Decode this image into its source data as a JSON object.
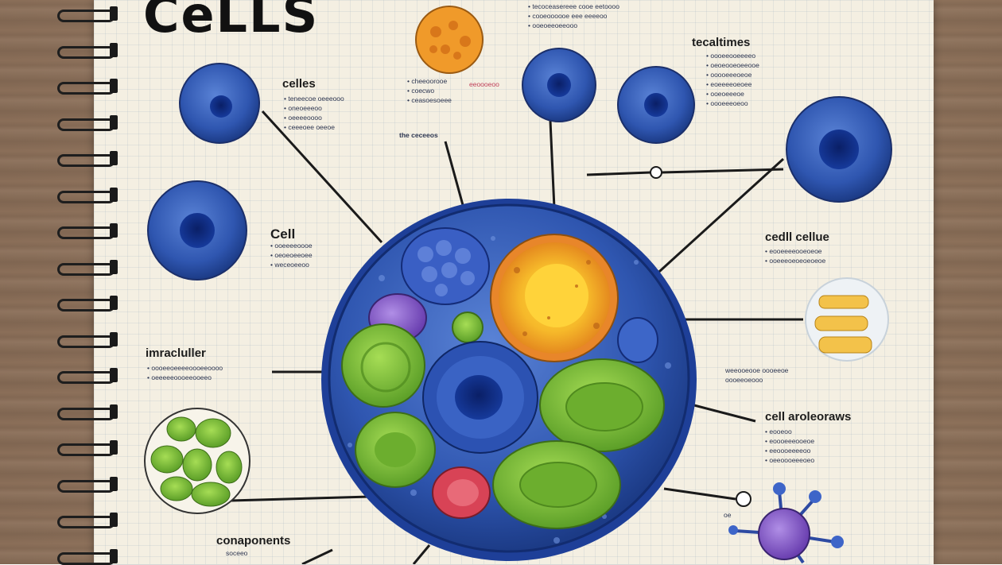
{
  "title": "CeLLS",
  "labels": {
    "cells_top_left": "celles",
    "cell_left": "Cell",
    "intracellular": "imracluller",
    "components": "conaponents",
    "technologies": "tecaltimes",
    "cell_culture": "cedll cellue",
    "cell_accessories": "cell aroleoraws"
  },
  "blurbs": {
    "top_center": [
      "• cheeoorooe",
      "• coecwo",
      "• ceasoesoeee"
    ],
    "top_right_header": [
      "• tecoceasereee cooe eetoooo",
      "• cooeoooooe eee eeeeoo",
      "• ooeoeeoeeooo"
    ],
    "celles_notes": [
      "• teneecoe oeeeooo",
      "• oneoeeeoo",
      "• oeeeeoooo",
      "• ceeeoee oeeoe"
    ],
    "cell_notes": [
      "• ooeeeeoooe",
      "• oeoeoeeoee",
      "• weceoeeoo"
    ],
    "intracellular_notes": [
      "• oooeeoeeeeoooeeoooo",
      "• oeeeeeoooeeooeeo"
    ],
    "components_notes": [
      "soceeo"
    ],
    "technologies_notes": [
      "• oooeeooeeeeo",
      "• oeoeooeoeeooe",
      "• ooooeeeoeoe",
      "• eoeeeeoeoee",
      "• ooeoeeeoe",
      "• oooeeeoeoo"
    ],
    "cell_culture_notes": [
      "• eooeeeeooeoeoe",
      "• ooeeeoeoeoeoeoe"
    ],
    "cell_accessories_notes": [
      "• eooeoo",
      "• eoooeeeooeoe",
      "• eeoooeeeeoo",
      "• oeeoooeeeoeo"
    ],
    "small_center": [
      "the ceceeos"
    ],
    "right_mid": [
      "weeooeooe oooeeoe",
      "oooeeoeooo"
    ],
    "red_note": [
      "eeoooeoo"
    ],
    "bottom_right": [
      "oe"
    ]
  },
  "colors": {
    "cell_blue": "#2f56b0",
    "nucleus_dark": "#0c2a7d",
    "green": "#7cbf38",
    "orange": "#f09a2a",
    "purple": "#8a5cc8",
    "red": "#d84356"
  }
}
